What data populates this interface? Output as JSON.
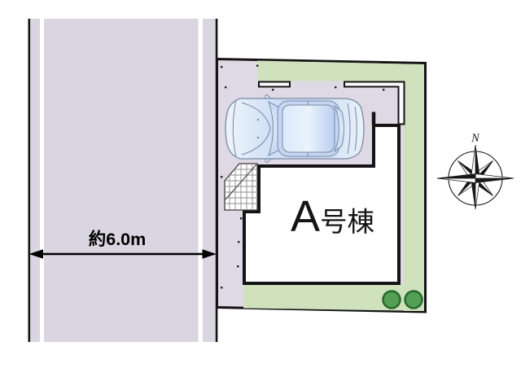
{
  "site_plan": {
    "road": {
      "width_label": "約6.0m"
    },
    "building": {
      "label": "A号棟",
      "letter": "A",
      "suffix": "号棟"
    },
    "compass": {
      "north_label": "N"
    },
    "colors": {
      "road_surface": "#d9d6e2",
      "plot_driveway": "#ded9e4",
      "landscaping_green": "#d0e2bd",
      "tree_green": "#53a055",
      "tree_outline": "#266a2d",
      "outline_black": "#141414",
      "car_body_blue": "#cfdff6",
      "wall_core": "#fbfafd"
    }
  }
}
